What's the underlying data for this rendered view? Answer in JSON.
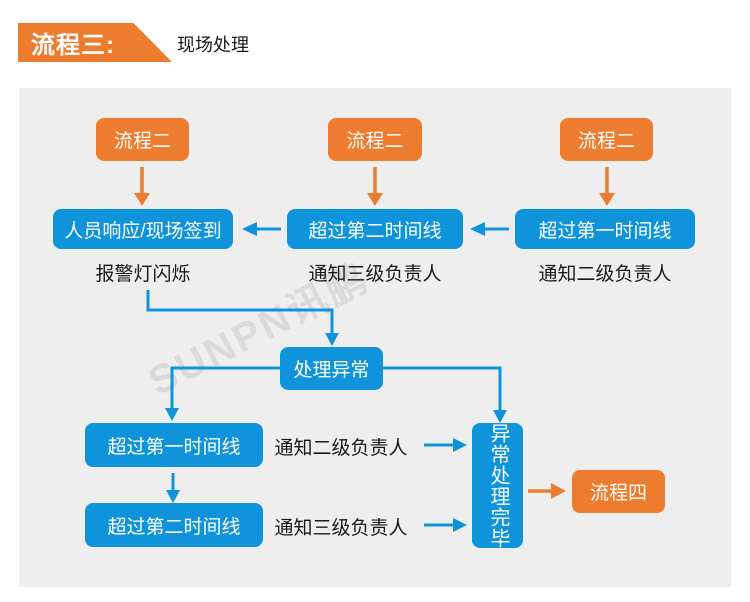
{
  "header": {
    "banner_label": "流程三:",
    "subtitle": "现场处理"
  },
  "watermark": "SUNPN讯鹏",
  "colors": {
    "orange": "#ED7C2F",
    "blue": "#0F94DB",
    "panel_gray": "#EEEEEE",
    "text_black": "#1A1A1A"
  },
  "flow": {
    "process2_boxes": [
      "流程二",
      "流程二",
      "流程二"
    ],
    "row2": [
      {
        "label": "人员响应/现场签到",
        "note": "报警灯闪烁"
      },
      {
        "label": "超过第二时间线",
        "note": "通知三级负责人"
      },
      {
        "label": "超过第一时间线",
        "note": "通知二级负责人"
      }
    ],
    "handle_exception": "处理异常",
    "lower": [
      {
        "label": "超过第一时间线",
        "note": "通知二级负责人"
      },
      {
        "label": "超过第二时间线",
        "note": "通知三级负责人"
      }
    ],
    "complete_box": "异常处理完毕",
    "process4": "流程四"
  }
}
